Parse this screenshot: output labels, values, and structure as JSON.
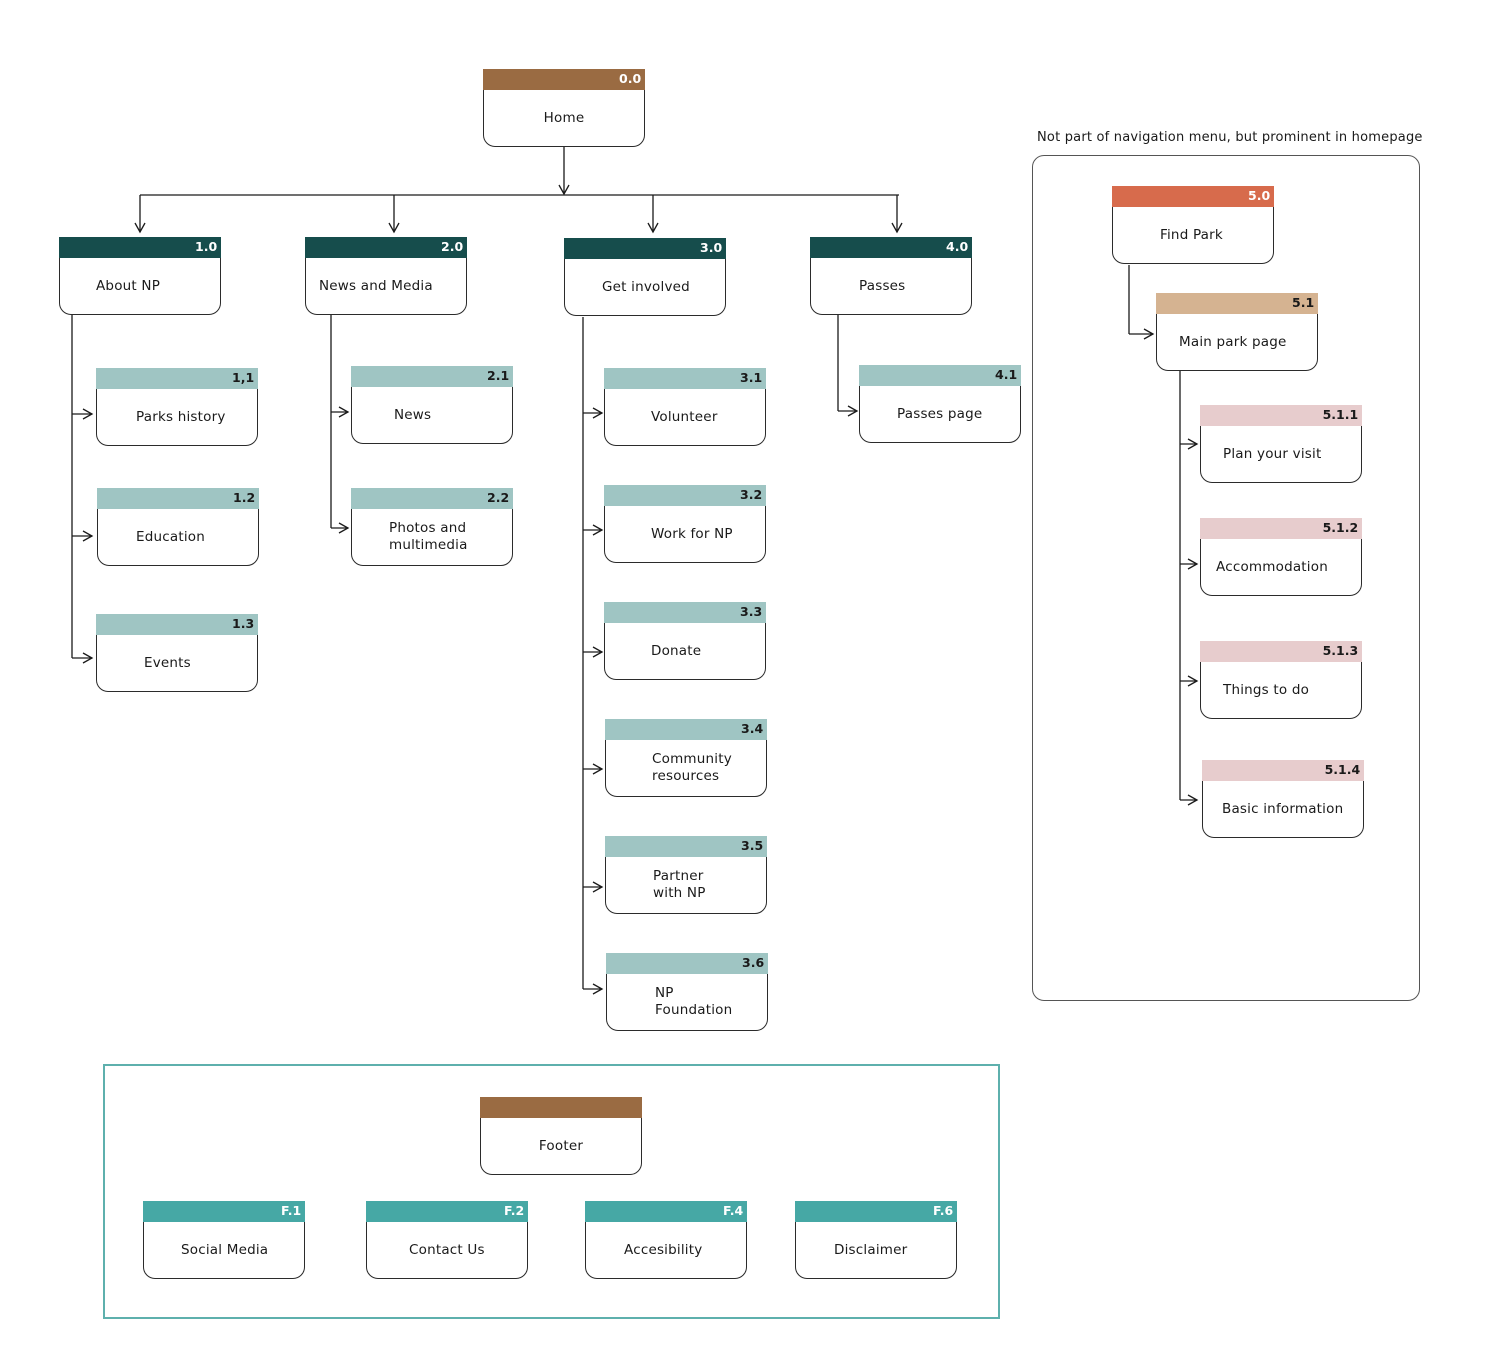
{
  "colors": {
    "home": "#9a6b42",
    "section": "#164d4c",
    "subpage": "#9fc5c3",
    "find_park": "#d76b4c",
    "main_park": "#d5b391",
    "park_sub": "#e7cccd",
    "footer_item": "#46a8a5",
    "footer_border": "#5eb0ad",
    "lines": "#1a1a1a"
  },
  "root": {
    "code": "0.0",
    "label": "Home"
  },
  "sections": [
    {
      "code": "1.0",
      "label": "About NP",
      "children": [
        {
          "code": "1,1",
          "label": "Parks history"
        },
        {
          "code": "1.2",
          "label": "Education"
        },
        {
          "code": "1.3",
          "label": "Events"
        }
      ]
    },
    {
      "code": "2.0",
      "label": "News and Media",
      "children": [
        {
          "code": "2.1",
          "label": "News"
        },
        {
          "code": "2.2",
          "label": "Photos and\nmultimedia"
        }
      ]
    },
    {
      "code": "3.0",
      "label": "Get involved",
      "children": [
        {
          "code": "3.1",
          "label": "Volunteer"
        },
        {
          "code": "3.2",
          "label": "Work for NP"
        },
        {
          "code": "3.3",
          "label": "Donate"
        },
        {
          "code": "3.4",
          "label": "Community\nresources"
        },
        {
          "code": "3.5",
          "label": "Partner\nwith NP"
        },
        {
          "code": "3.6",
          "label": "NP\nFoundation"
        }
      ]
    },
    {
      "code": "4.0",
      "label": "Passes",
      "children": [
        {
          "code": "4.1",
          "label": "Passes page"
        }
      ]
    }
  ],
  "side_panel": {
    "note": "Not part of navigation menu, but prominent in homepage",
    "find_park": {
      "code": "5.0",
      "label": "Find Park"
    },
    "main_park": {
      "code": "5.1",
      "label": "Main park page"
    },
    "children": [
      {
        "code": "5.1.1",
        "label": "Plan your visit"
      },
      {
        "code": "5.1.2",
        "label": "Accommodation"
      },
      {
        "code": "5.1.3",
        "label": "Things to do"
      },
      {
        "code": "5.1.4",
        "label": "Basic information"
      }
    ]
  },
  "footer": {
    "label": "Footer",
    "items": [
      {
        "code": "F.1",
        "label": "Social Media"
      },
      {
        "code": "F.2",
        "label": "Contact Us"
      },
      {
        "code": "F.4",
        "label": "Accesibility"
      },
      {
        "code": "F.6",
        "label": "Disclaimer"
      }
    ]
  }
}
